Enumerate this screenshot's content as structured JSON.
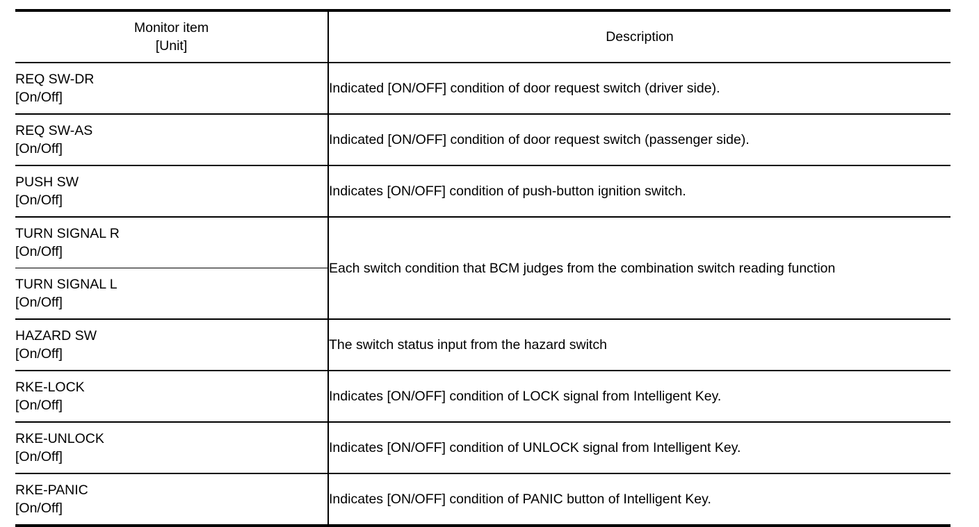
{
  "table": {
    "headers": {
      "monitor_item_line1": "Monitor item",
      "monitor_item_line2": "[Unit]",
      "description": "Description"
    },
    "rows": [
      {
        "name": "REQ SW-DR",
        "unit": "[On/Off]",
        "description": "Indicated [ON/OFF] condition of door request switch (driver side)."
      },
      {
        "name": "REQ SW-AS",
        "unit": "[On/Off]",
        "description": "Indicated [ON/OFF] condition of door request switch (passenger side)."
      },
      {
        "name": "PUSH SW",
        "unit": "[On/Off]",
        "description": "Indicates [ON/OFF] condition of push-button ignition switch."
      },
      {
        "name": "TURN SIGNAL R",
        "unit": "[On/Off]",
        "description": "Each switch condition that BCM judges from the combination switch reading function"
      },
      {
        "name": "TURN SIGNAL L",
        "unit": "[On/Off]",
        "description": ""
      },
      {
        "name": "HAZARD SW",
        "unit": "[On/Off]",
        "description": "The switch status input from the hazard switch"
      },
      {
        "name": "RKE-LOCK",
        "unit": "[On/Off]",
        "description": "Indicates [ON/OFF] condition of LOCK signal from Intelligent Key."
      },
      {
        "name": "RKE-UNLOCK",
        "unit": "[On/Off]",
        "description": "Indicates [ON/OFF] condition of UNLOCK signal from Intelligent Key."
      },
      {
        "name": "RKE-PANIC",
        "unit": "[On/Off]",
        "description": "Indicates [ON/OFF] condition of PANIC button of Intelligent Key."
      }
    ]
  }
}
